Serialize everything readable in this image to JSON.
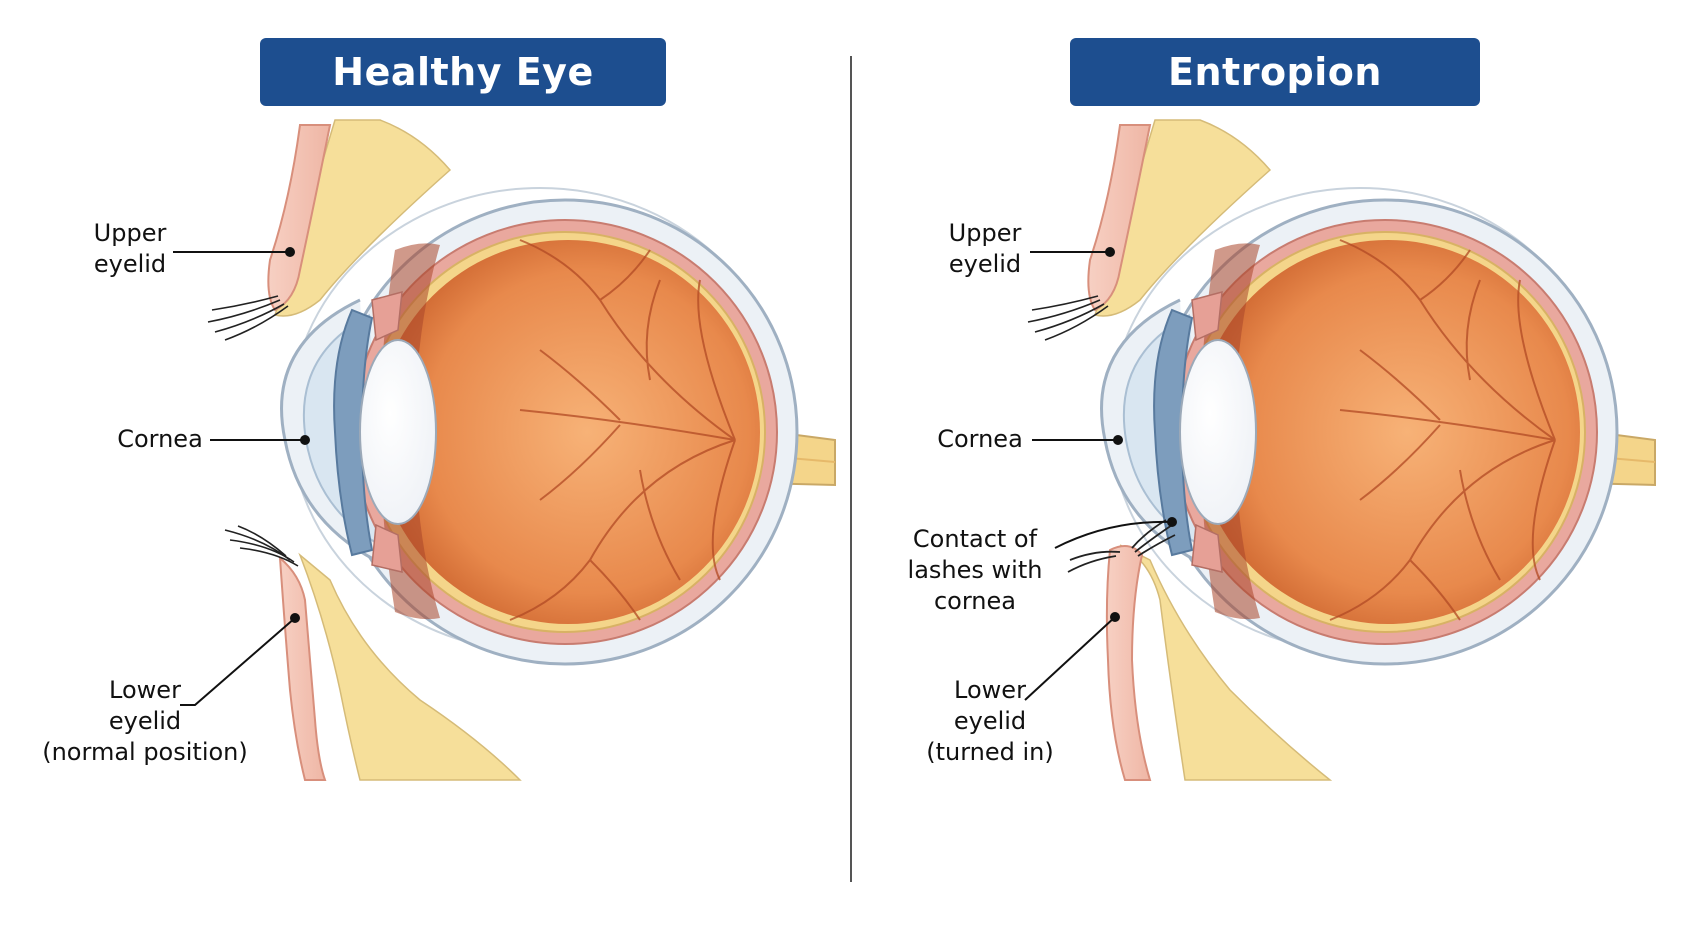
{
  "colors": {
    "title_bg": "#1d4e8f",
    "sclera": "#ecf1f6",
    "choroid": "#e9a89e",
    "retina": "#f4d58a",
    "vitreous_center": "#f7b277",
    "vitreous_edge": "#c85f2a",
    "iris": "#7d9dbd",
    "lens": "#eef1f6",
    "skin": "#efb6a5",
    "fat": "#f6df9a",
    "vessel": "#b24a24"
  },
  "panels": {
    "left": {
      "title": "Healthy Eye",
      "labels": {
        "upper": "Upper\neyelid",
        "cornea": "Cornea",
        "lower": "Lower\neyelid\n(normal position)"
      }
    },
    "right": {
      "title": "Entropion",
      "labels": {
        "upper": "Upper\neyelid",
        "cornea": "Cornea",
        "contact": "Contact of\nlashes with\ncornea",
        "lower": "Lower\neyelid\n(turned in)"
      }
    }
  }
}
